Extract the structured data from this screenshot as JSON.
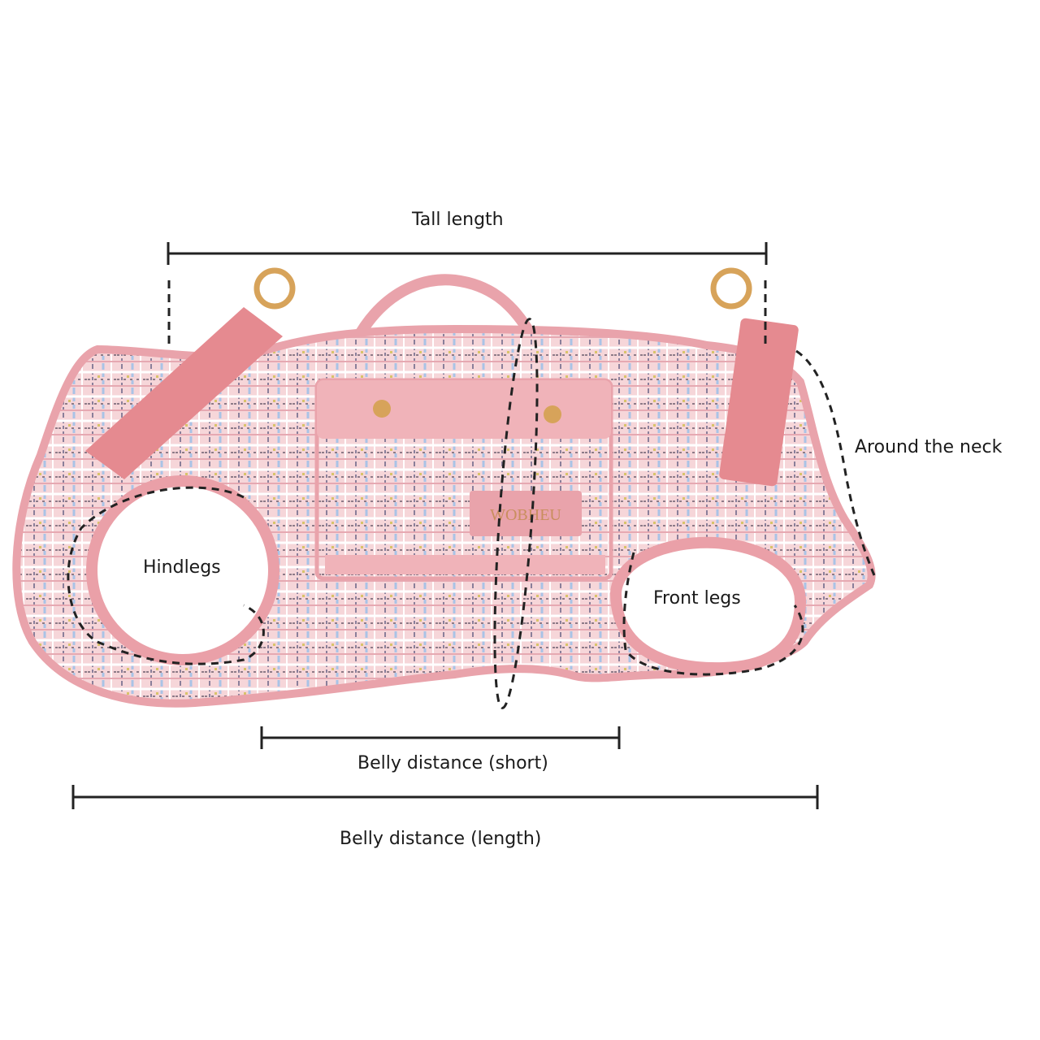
{
  "measurements": {
    "tall_length": "Tall length",
    "around_neck": "Around the neck",
    "hindlegs": "Hindlegs",
    "front_legs": "Front legs",
    "belly_short": "Belly distance (short)",
    "belly_length": "Belly distance (length)"
  },
  "badge_text": "WOBHEU",
  "colors": {
    "fabric": "#f3cfd3",
    "trim": "#e9a3ab",
    "strap": "#e58a90",
    "ring": "#d7a35a",
    "line": "#222222"
  }
}
